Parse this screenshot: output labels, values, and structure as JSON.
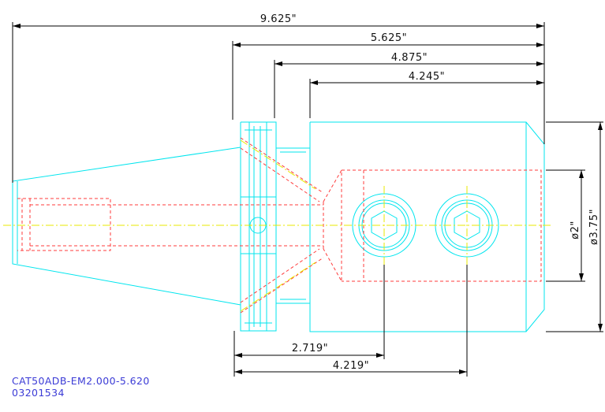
{
  "dimensions": {
    "overall_length": "9.625\"",
    "flange_to_end": "5.625\"",
    "groove_to_end": "4.875\"",
    "body_length": "4.245\"",
    "flange_to_screw_1": "2.719\"",
    "flange_to_screw_2": "4.219\"",
    "bore_diameter": "ø2\"",
    "body_diameter": "ø3.75\""
  },
  "title_block": {
    "part_number": "CAT50ADB-EM2.000-5.620",
    "drawing_number": "03201534"
  },
  "colors": {
    "outline": "#00e5ee",
    "hidden": "#ff3b3b",
    "centerline": "#e9e900",
    "dimension": "#000000",
    "title_text": "#3b3bd6"
  }
}
